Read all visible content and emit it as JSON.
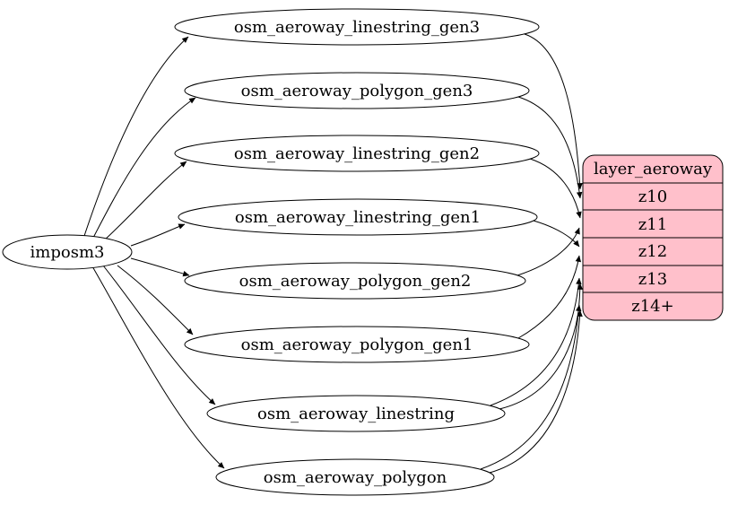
{
  "diagram": {
    "source": {
      "label": "imposm3"
    },
    "tables": [
      {
        "label": "osm_aeroway_linestring_gen3"
      },
      {
        "label": "osm_aeroway_polygon_gen3"
      },
      {
        "label": "osm_aeroway_linestring_gen2"
      },
      {
        "label": "osm_aeroway_linestring_gen1"
      },
      {
        "label": "osm_aeroway_polygon_gen2"
      },
      {
        "label": "osm_aeroway_polygon_gen1"
      },
      {
        "label": "osm_aeroway_linestring"
      },
      {
        "label": "osm_aeroway_polygon"
      }
    ],
    "layer": {
      "title": "layer_aeroway",
      "rows": [
        {
          "label": "z10"
        },
        {
          "label": "z11"
        },
        {
          "label": "z12"
        },
        {
          "label": "z13"
        },
        {
          "label": "z14+"
        }
      ]
    },
    "colors": {
      "layer_fill": "#ffc0cb",
      "node_fill": "#ffffff",
      "stroke": "#000000"
    },
    "edges": [
      {
        "from": "imposm3",
        "to": "osm_aeroway_linestring_gen3"
      },
      {
        "from": "imposm3",
        "to": "osm_aeroway_polygon_gen3"
      },
      {
        "from": "imposm3",
        "to": "osm_aeroway_linestring_gen2"
      },
      {
        "from": "imposm3",
        "to": "osm_aeroway_linestring_gen1"
      },
      {
        "from": "imposm3",
        "to": "osm_aeroway_polygon_gen2"
      },
      {
        "from": "imposm3",
        "to": "osm_aeroway_polygon_gen1"
      },
      {
        "from": "imposm3",
        "to": "osm_aeroway_linestring"
      },
      {
        "from": "imposm3",
        "to": "osm_aeroway_polygon"
      },
      {
        "from": "osm_aeroway_linestring_gen3",
        "to": "layer_aeroway:z10"
      },
      {
        "from": "osm_aeroway_polygon_gen3",
        "to": "layer_aeroway:z10"
      },
      {
        "from": "osm_aeroway_linestring_gen2",
        "to": "layer_aeroway:z11"
      },
      {
        "from": "osm_aeroway_polygon_gen2",
        "to": "layer_aeroway:z11"
      },
      {
        "from": "osm_aeroway_linestring_gen1",
        "to": "layer_aeroway:z12"
      },
      {
        "from": "osm_aeroway_polygon_gen1",
        "to": "layer_aeroway:z12"
      },
      {
        "from": "osm_aeroway_linestring",
        "to": "layer_aeroway:z13"
      },
      {
        "from": "osm_aeroway_linestring",
        "to": "layer_aeroway:z14+"
      },
      {
        "from": "osm_aeroway_polygon",
        "to": "layer_aeroway:z13"
      },
      {
        "from": "osm_aeroway_polygon",
        "to": "layer_aeroway:z14+"
      }
    ]
  }
}
